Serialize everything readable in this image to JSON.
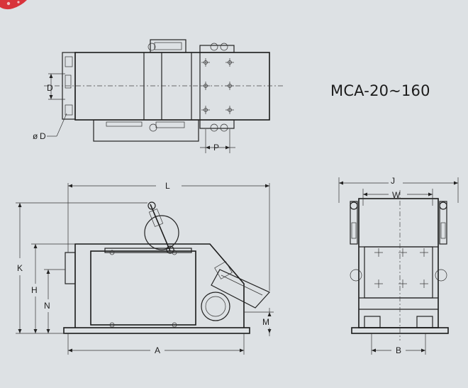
{
  "title": "MCA-20~160",
  "dimension_labels": {
    "D_top": "D",
    "phi_D": "D",
    "P": "P",
    "L": "L",
    "K": "K",
    "H": "H",
    "N": "N",
    "A": "A",
    "M": "M",
    "J": "J",
    "W": "W",
    "B": "B"
  },
  "colors": {
    "background": "#dde1e4",
    "line": "#1a1a1a",
    "corner_mark": "#d8333b"
  }
}
